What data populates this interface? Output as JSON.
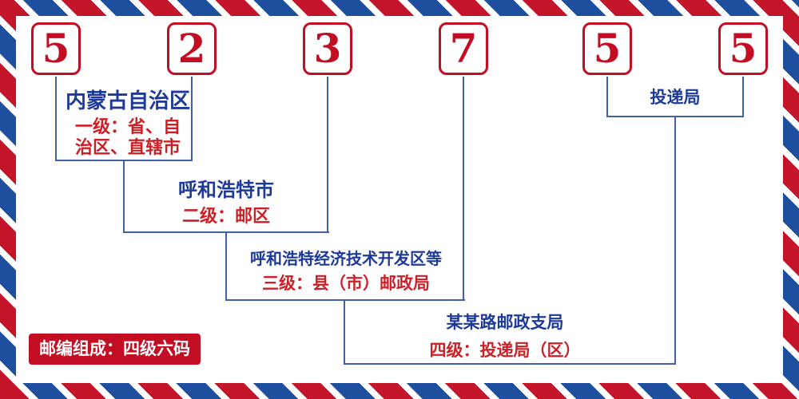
{
  "postal_code": {
    "digits": [
      "5",
      "2",
      "3",
      "7",
      "5",
      "5"
    ]
  },
  "labels": {
    "level1_name": "内蒙古自治区",
    "level1_desc": "一级：省、自\n治区、直辖市",
    "level2_name": "呼和浩特市",
    "level2_desc": "二级：邮区",
    "level3_name": "呼和浩特经济技术开发区等",
    "level3_desc": "三级：县（市）邮政局",
    "level4_name": "某某路邮政支局",
    "level4_desc": "四级：投递局（区）",
    "delivery_name": "投递局",
    "footer_badge": "邮编组成：四级六码"
  },
  "colors": {
    "digit_red": "#c30d23",
    "box_border_red": "#c30d23",
    "name_text_blue": "#1d3a99",
    "desc_text_red": "#cc1f26",
    "connector_blue": "#4060aa",
    "stripe_red": "#c3142a",
    "stripe_blue": "#1d4f9e",
    "badge_bg_red": "#c30d23",
    "badge_text_white": "#ffffff"
  }
}
